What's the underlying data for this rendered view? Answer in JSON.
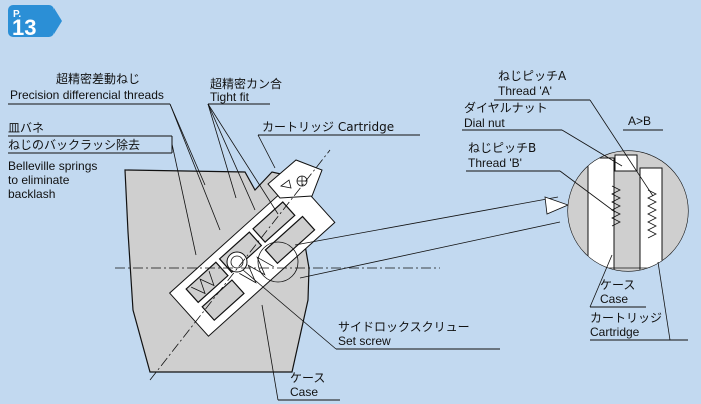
{
  "page_badge": {
    "prefix": "P.",
    "number": "13",
    "color": "#2b8fd6"
  },
  "colors": {
    "background": "#c2d9f0",
    "part_fill": "#cfcfcf"
  },
  "labels": {
    "precision_jp": "超精密差動ねじ",
    "precision_en": "Precision differencial threads",
    "tight_jp": "超精密カン合",
    "tight_en": "Tight fit",
    "cartridge_main": "カートリッジ Cartridge",
    "spring_jp1": "皿バネ",
    "spring_jp2": "ねじのバックラッシ除去",
    "spring_en1": "Belleville springs",
    "spring_en2": "to eliminate",
    "spring_en3": "backlash",
    "threadA_jp": "ねじピッチA",
    "threadA_en": "Thread 'A'",
    "dial_jp": "ダイヤルナット",
    "dial_en": "Dial nut",
    "threadB_jp": "ねじピッチB",
    "threadB_en": "Thread 'B'",
    "ab_relation": "A>B",
    "case_jp_detail": "ケース",
    "case_en_detail": "Case",
    "cartridge_jp_detail": "カートリッジ",
    "cartridge_en_detail": "Cartridge",
    "setscrew_jp": "サイドロックスクリュー",
    "setscrew_en": "Set screw",
    "case_jp_main": "ケース",
    "case_en_main": "Case"
  }
}
